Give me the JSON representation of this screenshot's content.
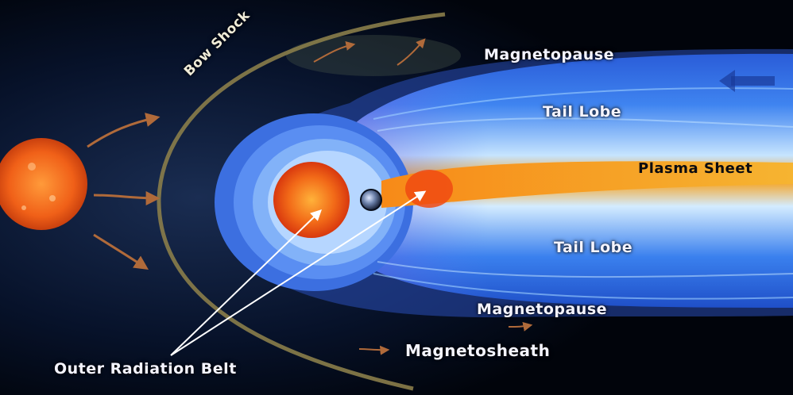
{
  "labels": {
    "bow_shock": "Bow Shock",
    "magnetopause_top": "Magnetopause",
    "tail_lobe_top": "Tail Lobe",
    "plasma_sheet": "Plasma Sheet",
    "tail_lobe_bottom": "Tail Lobe",
    "magnetopause_bottom": "Magnetopause",
    "magnetosheath": "Magnetosheath",
    "outer_radiation_belt": "Outer Radiation Belt"
  },
  "colors": {
    "space": "#02060f",
    "sun": "#f0601a",
    "bow_shock": "#8a7d4a",
    "magnetosphere_blue": "#1f5fe0",
    "plasma_sheet": "#f7a11e",
    "radiation_belt": "#f04a12",
    "solar_wind_arrows": "#b06a3a"
  },
  "icons": [
    "sun-icon",
    "earth-icon",
    "solar-wind-arrow-icon",
    "pointer-arrow-icon"
  ]
}
